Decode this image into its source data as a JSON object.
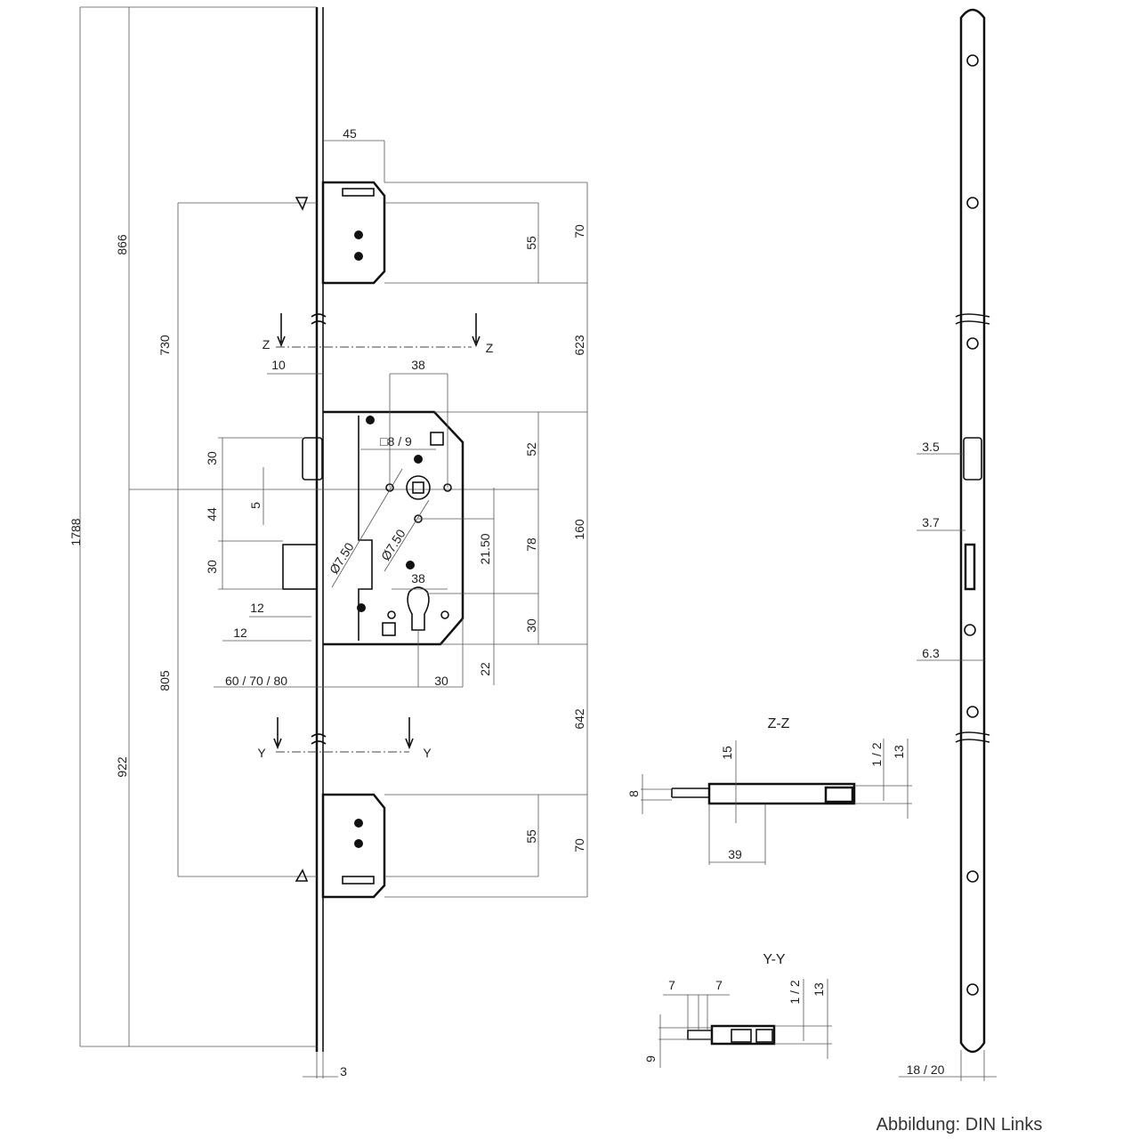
{
  "main_view": {
    "dims": {
      "total_length": "1788",
      "upper_to_center": "866",
      "lower_to_center": "922",
      "upper_hook_to_center": "730",
      "lower_hook_to_center": "805",
      "hook_depth": "45",
      "upper_hook_55": "55",
      "upper_hook_70": "70",
      "gap_upper": "623",
      "faceplate_offset": "10",
      "follower_offset": "38",
      "top_to_follower": "52",
      "case_height": "160",
      "follower_to_cylinder": "78",
      "diag_offset": "21.50",
      "cylinder_30": "30",
      "cylinder_to_bottom": "22",
      "gap_lower": "642",
      "lower_hook_55": "55",
      "lower_hook_70": "70",
      "latch_height": "30",
      "latch_offset": "5",
      "latch_to_bolt": "44",
      "bolt_height": "30",
      "spindle": "□8 / 9",
      "diameter_1": "Ø7.50",
      "diameter_2": "Ø7.50",
      "cylinder_width": "38",
      "bolt_throw_1": "12",
      "bolt_throw_2": "12",
      "backset": "60 / 70 / 80",
      "cylinder_offset": "30",
      "plate_thickness": "3"
    },
    "section_z": [
      "Z",
      "Z"
    ],
    "section_y": [
      "Y",
      "Y"
    ]
  },
  "section_zz": {
    "title": "Z-Z",
    "dims": {
      "d15": "15",
      "d1_2": "1 / 2",
      "d13": "13",
      "d8": "8",
      "d39": "39"
    }
  },
  "section_yy": {
    "title": "Y-Y",
    "dims": {
      "d7a": "7",
      "d7b": "7",
      "d1_2": "1 / 2",
      "d13": "13",
      "d9": "9"
    }
  },
  "front_view": {
    "dims": {
      "d3_5": "3.5",
      "d3_7": "3.7",
      "d6_3": "6.3",
      "width": "18 / 20"
    }
  },
  "caption": "Abbildung: DIN Links"
}
